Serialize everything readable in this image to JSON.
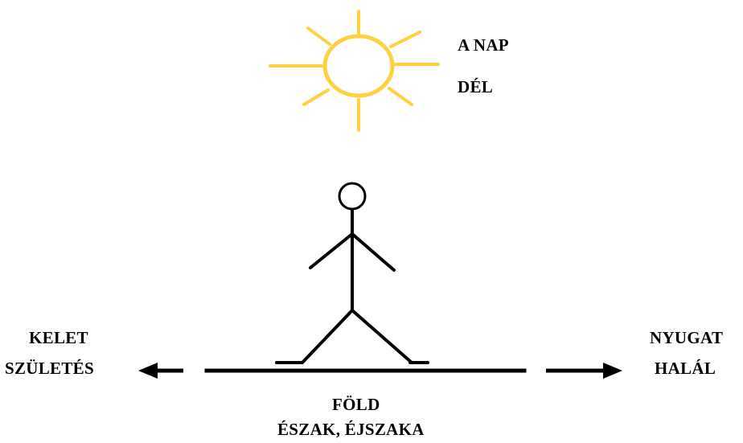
{
  "labels": {
    "sun": "A NAP",
    "south": "DÉL",
    "east": "KELET",
    "birth": "SZÜLETÉS",
    "west": "NYUGAT",
    "death": "HALÁL",
    "earth": "FÖLD",
    "north_night": "ÉSZAK, ÉJSZAKA"
  },
  "colors": {
    "sun": "#FFD040",
    "ink": "#000000",
    "background": "#FFFFFF"
  }
}
